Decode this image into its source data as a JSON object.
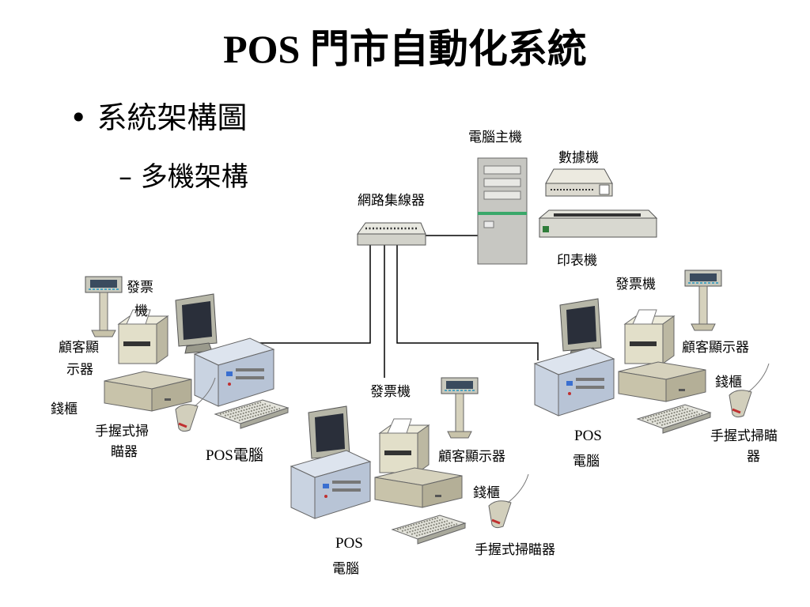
{
  "slide": {
    "title": "POS 門市自動化系統",
    "bullet": "• 系統架構圖",
    "sub_bullet": "– 多機架構"
  },
  "labels": {
    "host": "電腦主機",
    "modem": "數據機",
    "hub": "網路集線器",
    "printer": "印表機",
    "invoice_left_1": "發票",
    "invoice_left_2": "機",
    "display_left_1": "顧客顯",
    "display_left_2": "示器",
    "drawer_left": "錢櫃",
    "scanner_left_1": "手握式掃",
    "scanner_left_2": "瞄器",
    "pos_left": "POS電腦",
    "invoice_center": "發票機",
    "display_center": "顧客顯示器",
    "drawer_center": "錢櫃",
    "scanner_center": "手握式掃瞄器",
    "pos_center_1": "POS",
    "pos_center_2": "電腦",
    "invoice_right": "發票機",
    "display_right": "顧客顯示器",
    "drawer_right": "錢櫃",
    "scanner_right_1": "手握式掃瞄",
    "scanner_right_2": "器",
    "pos_right_1": "POS",
    "pos_right_2": "電腦"
  },
  "colors": {
    "device_body": "#d9d6c4",
    "device_dark": "#8f8c78",
    "screen": "#2a2f3a",
    "computer_blue": "#c8d3e2",
    "line": "#000000"
  }
}
